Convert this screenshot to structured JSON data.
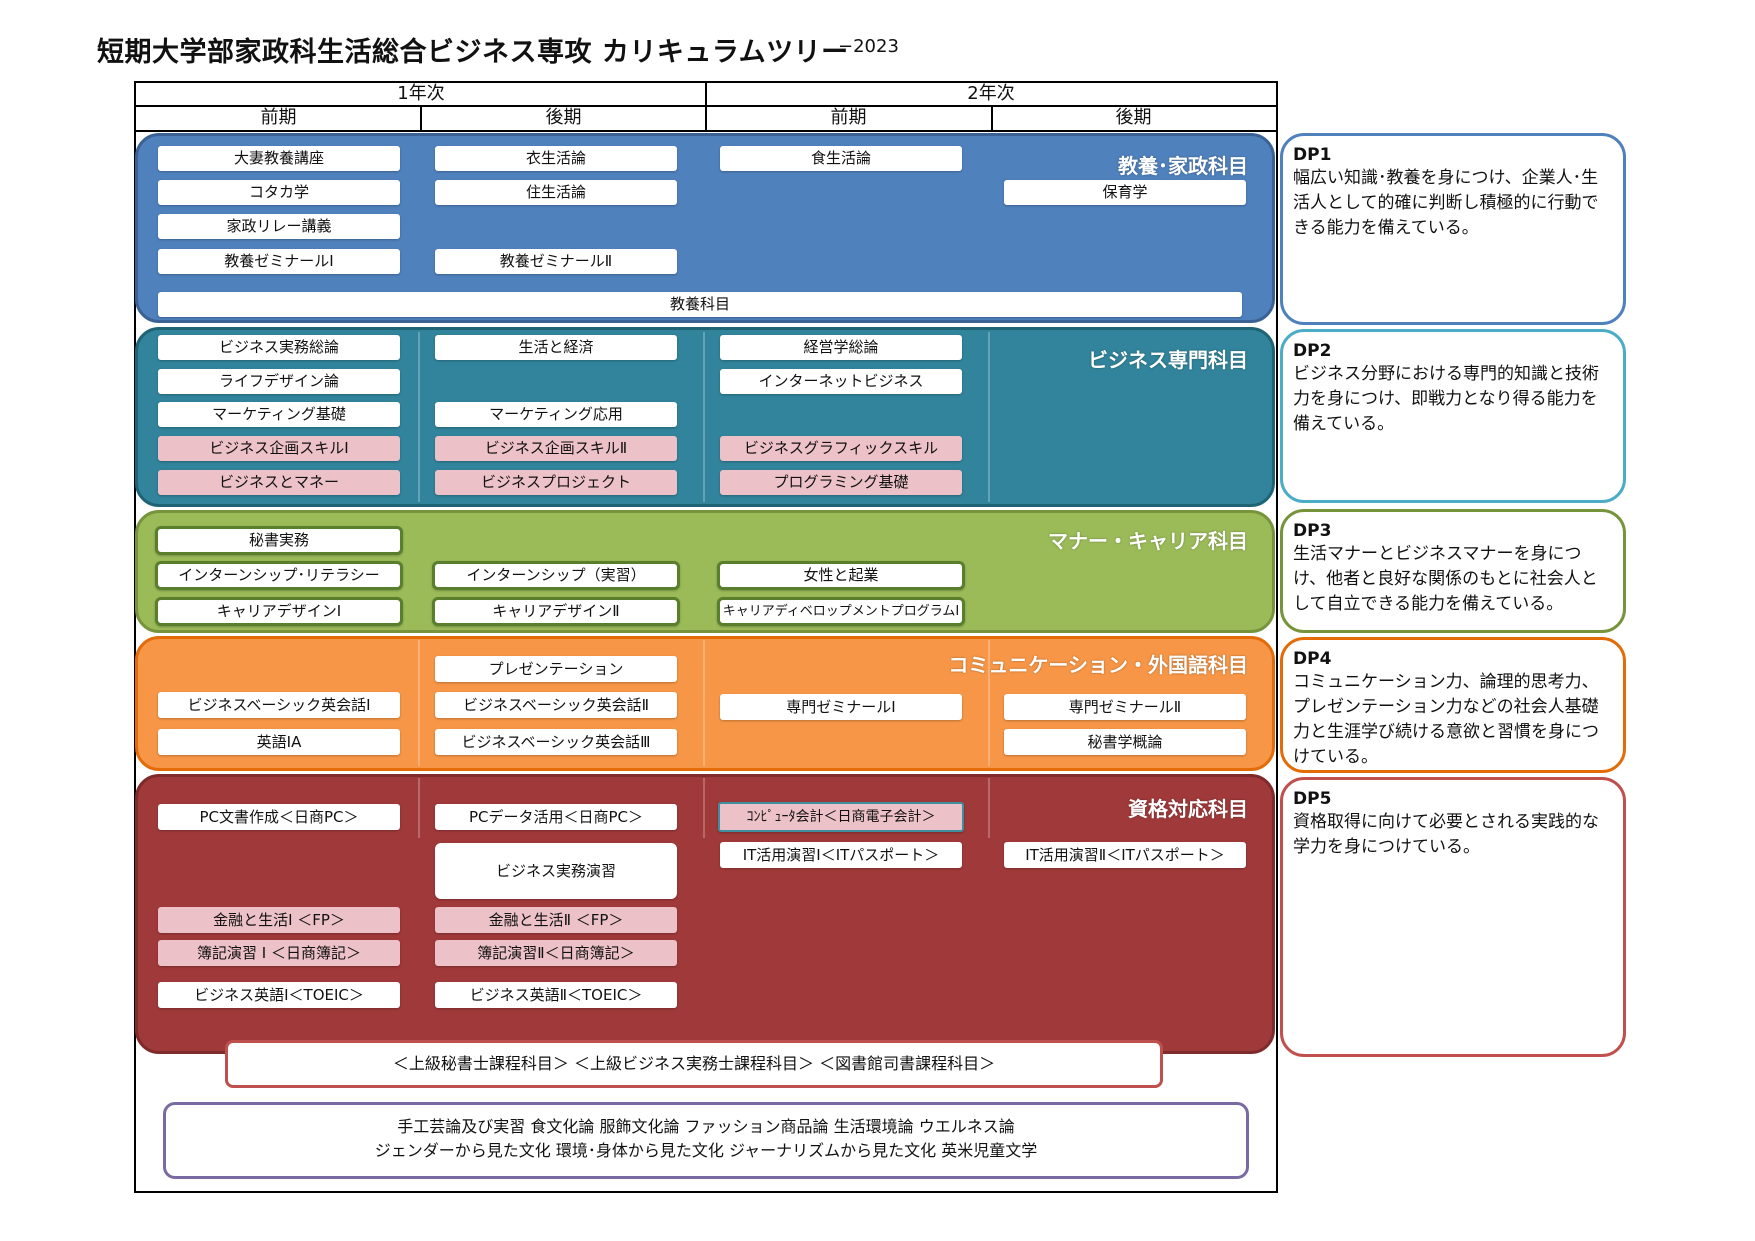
{
  "title": "短期大学部家政科生活総合ビジネス専攻 カリキュラムツリー",
  "year": "−2023",
  "header": {
    "year1": "1年次",
    "year2": "2年次",
    "terms": [
      "前期",
      "後期",
      "前期",
      "後期"
    ]
  },
  "colors": {
    "blue": "#4f81bd",
    "teal": "#31849b",
    "green": "#9bbb59",
    "orange": "#f79646",
    "red": "#c0504d",
    "purple": "#8064a2",
    "pink": "#ecc1c8"
  },
  "bands": {
    "kyoyo": {
      "title": "教養･家政科目",
      "col1": [
        "大妻教養講座",
        "コタカ学",
        "家政リレー講義",
        "教養ゼミナールⅠ"
      ],
      "col2": [
        "衣生活論",
        "住生活論",
        "教養ゼミナールⅡ"
      ],
      "col3": [
        "食生活論"
      ],
      "col4": [
        "保育学"
      ],
      "wide": "教養科目"
    },
    "business": {
      "title": "ビジネス専門科目",
      "col1": [
        "ビジネス実務総論",
        "ライフデザイン論",
        "マーケティング基礎",
        "ビジネス企画スキルⅠ",
        "ビジネスとマネー"
      ],
      "col2": [
        "生活と経済",
        "マーケティング応用",
        "ビジネス企画スキルⅡ",
        "ビジネスプロジェクト"
      ],
      "col3": [
        "経営学総論",
        "インターネットビジネス",
        "ビジネスグラフィックスキル",
        "プログラミング基礎"
      ]
    },
    "career": {
      "title": "マナー・キャリア科目",
      "col1": [
        "秘書実務",
        "インターンシップ･リテラシー",
        "キャリアデザインⅠ"
      ],
      "col2": [
        "インターンシップ（実習）",
        "キャリアデザインⅡ"
      ],
      "col3": [
        "女性と起業",
        "キャリアディベロップメントプログラムⅠ"
      ]
    },
    "comm": {
      "title": "コミュニケーション・外国語科目",
      "col1": [
        "ビジネスベーシック英会話Ⅰ",
        "英語ⅠA"
      ],
      "col2": [
        "プレゼンテーション",
        "ビジネスベーシック英会話Ⅱ",
        "ビジネスベーシック英会話Ⅲ"
      ],
      "col3": [
        "専門ゼミナールⅠ"
      ],
      "col4": [
        "専門ゼミナールⅡ",
        "秘書学概論"
      ]
    },
    "shikaku": {
      "title": "資格対応科目",
      "col1": [
        "PC文書作成＜日商PC＞",
        "金融と生活Ⅰ ＜FP＞",
        "簿記演習 Ⅰ ＜日商簿記＞",
        "ビジネス英語Ⅰ＜TOEIC＞"
      ],
      "col2": [
        "PCデータ活用＜日商PC＞",
        "ビジネス実務演習",
        "金融と生活Ⅱ ＜FP＞",
        "簿記演習Ⅱ＜日商簿記＞",
        "ビジネス英語Ⅱ＜TOEIC＞"
      ],
      "col3": [
        "ｺﾝﾋﾟｭｰﾀ会計＜日商電子会計＞",
        "IT活用演習Ⅰ＜ITパスポート＞"
      ],
      "col4": [
        "IT活用演習Ⅱ＜ITパスポート＞"
      ]
    }
  },
  "courses_box": "＜上級秘書士課程科目＞ ＜上級ビジネス実務士課程科目＞ ＜図書館司書課程科目＞",
  "electives": {
    "line1": "手工芸論及び実習 食文化論 服飾文化論 ファッション商品論 生活環境論 ウエルネス論",
    "line2": "ジェンダーから見た文化 環境･身体から見た文化 ジャーナリズムから見た文化 英米児童文学"
  },
  "dp": [
    {
      "title": "DP1",
      "text": "幅広い知識･教養を身につけ、企業人･生活人として的確に判断し積極的に行動できる能力を備えている。",
      "color": "#4f81bd"
    },
    {
      "title": "DP2",
      "text": "ビジネス分野における専門的知識と技術力を身につけ、即戦力となり得る能力を備えている。",
      "color": "#4bacc6"
    },
    {
      "title": "DP3",
      "text": "生活マナーとビジネスマナーを身につけ、他者と良好な関係のもとに社会人として自立できる能力を備えている。",
      "color": "#77933c"
    },
    {
      "title": "DP4",
      "text": "コミュニケーション力、論理的思考力、プレゼンテーション力などの社会人基礎力と生涯学び続ける意欲と習慣を身につけている。",
      "color": "#e36c09"
    },
    {
      "title": "DP5",
      "text": "資格取得に向けて必要とされる実践的な学力を身につけている。",
      "color": "#c0504d"
    }
  ]
}
